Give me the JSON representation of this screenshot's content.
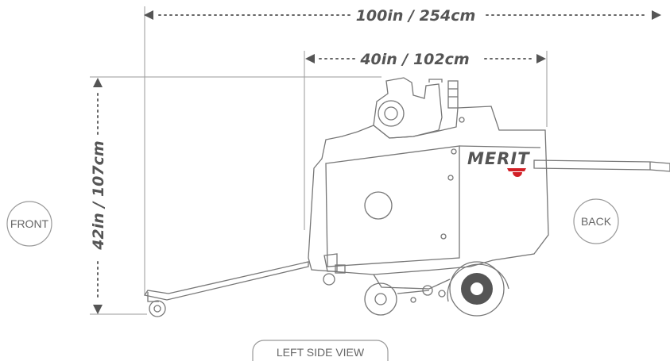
{
  "dimensions": {
    "length": "100in / 254cm",
    "width": "40in / 102cm",
    "height": "42in / 107cm"
  },
  "labels": {
    "front": "FRONT",
    "back": "BACK",
    "view": "LEFT SIDE VIEW",
    "brand": "MERIT"
  },
  "colors": {
    "line": "#777777",
    "text": "#555555",
    "brand_accent": "#d21f26"
  }
}
